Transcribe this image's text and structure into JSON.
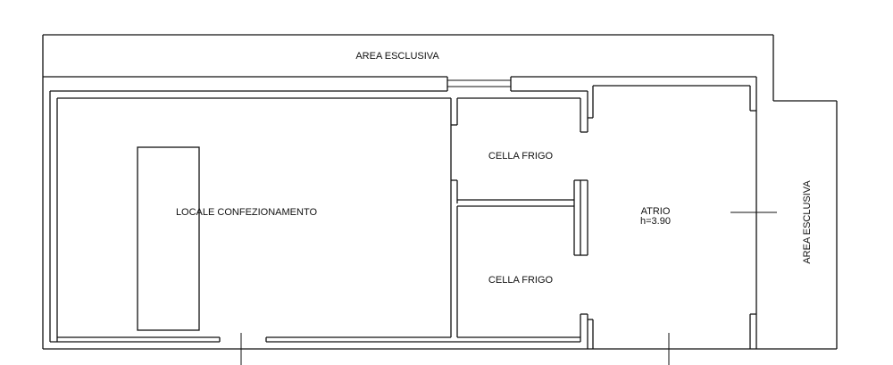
{
  "rooms": {
    "exclusive_area_top": "AREA ESCLUSIVA",
    "exclusive_area_right": "AREA ESCLUSIVA",
    "packaging_room": "LOCALE CONFEZIONAMENTO",
    "cold_room_upper": "CELLA FRIGO",
    "cold_room_lower": "CELLA FRIGO",
    "atrium_name": "ATRIO",
    "atrium_height": "h=3.90"
  }
}
